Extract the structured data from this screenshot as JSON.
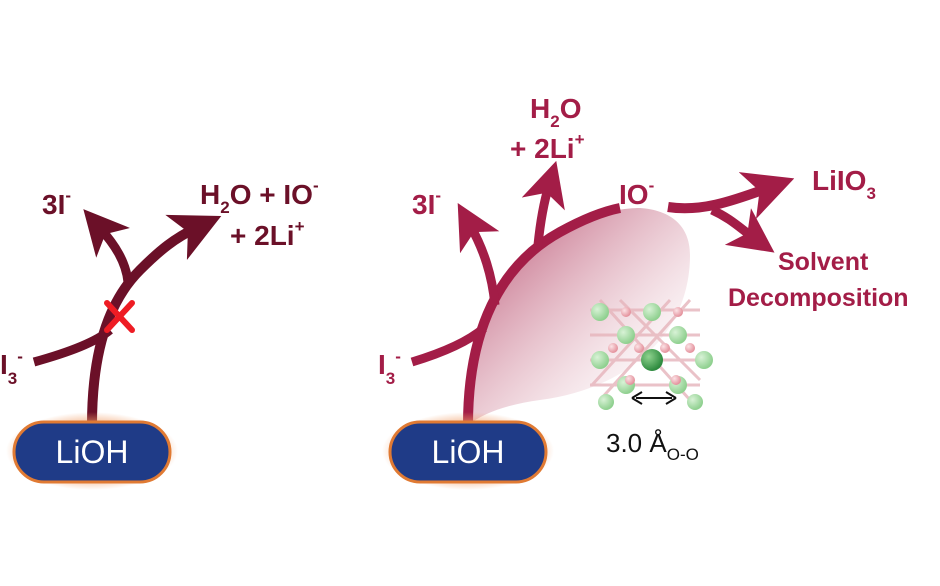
{
  "colors": {
    "left_arrow": "#6b1028",
    "right_arrow": "#a31d47",
    "pill_fill": "#1f3b87",
    "pill_glow": "#f2a06a",
    "pill_border": "#e07a33",
    "cross": "#ee1c24",
    "crystal_green": "#3e9e4f",
    "crystal_pink": "#d86a7a"
  },
  "left_panel": {
    "pill_label": "LiOH",
    "label_3i": {
      "main": "3I",
      "sup": "-"
    },
    "label_i3": {
      "main": "I",
      "sub": "3",
      "sup": "-"
    },
    "label_products_line1": {
      "main": "H",
      "sub": "2",
      "rest": "O + IO",
      "sup": "-"
    },
    "label_products_line2": {
      "main": "+ 2Li",
      "sup": "+"
    },
    "blocked_icon": "x-cross-icon"
  },
  "right_panel": {
    "pill_label": "LiOH",
    "label_3i": {
      "main": "3I",
      "sup": "-"
    },
    "label_i3": {
      "main": "I",
      "sub": "3",
      "sup": "-"
    },
    "label_h2o": {
      "main": "H",
      "sub": "2",
      "rest": "O"
    },
    "label_2li": {
      "main": "+ 2Li",
      "sup": "+"
    },
    "label_io": {
      "main": "IO",
      "sup": "-"
    },
    "label_liio3": {
      "main": "LiIO",
      "sub": "3"
    },
    "label_solvent": "Solvent",
    "label_decomposition": "Decomposition",
    "distance": {
      "main": "3.0 Å",
      "sub": "O-O"
    }
  }
}
